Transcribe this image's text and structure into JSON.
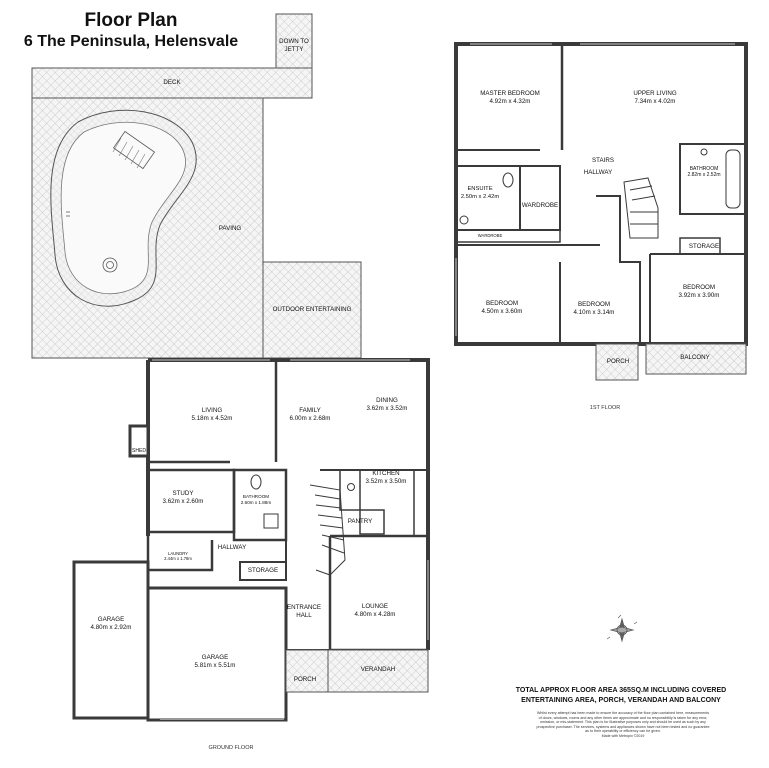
{
  "title": "Floor Plan",
  "address": "6 The Peninsula, Helensvale",
  "ground_floor_label": "GROUND FLOOR",
  "first_floor_label": "1ST FLOOR",
  "rooms": {
    "down_to_jetty": "DOWN TO\nJETTY",
    "deck": "DECK",
    "paving": "PAVING",
    "outdoor_entertaining": "OUTDOOR ENTERTAINING",
    "living": "LIVING\n5.18m x 4.52m",
    "family": "FAMILY\n6.00m x 2.68m",
    "dining": "DINING\n3.62m x 3.52m",
    "shed": "SHED",
    "kitchen": "KITCHEN\n3.52m x 3.50m",
    "study": "STUDY\n3.62m x 2.60m",
    "bathroom_ground": "BATHROOM\n2.60m x 1.88m",
    "pantry": "PANTRY",
    "laundry": "LAUNDRY\n2.44m x 1.78m",
    "hallway_ground": "HALLWAY",
    "storage_ground": "STORAGE",
    "garage_small": "GARAGE\n4.80m x 2.92m",
    "entrance_hall": "ENTRANCE\nHALL",
    "lounge": "LOUNGE\n4.80m x 4.28m",
    "garage_main": "GARAGE\n5.81m x 5.51m",
    "porch_ground": "PORCH",
    "verandah": "VERANDAH",
    "master_bedroom": "MASTER BEDROOM\n4.92m x 4.32m",
    "upper_living": "UPPER LIVING\n7.34m x 4.02m",
    "stairs": "STAIRS",
    "hallway_upper": "HALLWAY",
    "bathroom_upper": "BATHROOM\n2.82m x 2.52m",
    "ensuite": "ENSUITE\n2.50m x 2.42m",
    "wardrobe": "WARDROBE",
    "wardrobe_small": "WARDROBE",
    "storage_upper": "STORAGE",
    "bedroom_1": "BEDROOM\n4.50m x 3.60m",
    "bedroom_2": "BEDROOM\n4.10m x 3.14m",
    "bedroom_3": "BEDROOM\n3.92m x 3.90m",
    "porch_upper": "PORCH",
    "balcony": "BALCONY"
  },
  "total_area": "TOTAL APPROX FLOOR AREA 365SQ.M INCLUDING COVERED\nENTERTAINING AREA, PORCH, VERANDAH AND BALCONY",
  "disclaimer": "Whilst every attempt has been made to ensure the accuracy of the floor plan contained here, measurements\nof doors, windows, rooms and any other items are approximate and no responsibility is taken for any error,\nomission, or mis-statement. This plan is for illustrative purposes only and should be used as such by any\nprospective purchaser. The services, systems and appliances shown have not been tested and no guarantee\nas to their operability or efficiency can be given.\nMade with Metropix ©2019",
  "colors": {
    "wall": "#3a3a3a",
    "hatch": "#b9b9b9",
    "outdoor_fill": "#f4f4f4",
    "window": "#9a9a9a"
  },
  "icons": [
    "compass-icon",
    "pool-icon",
    "stairs-icon",
    "toilet-icon",
    "bathtub-icon",
    "sink-icon",
    "stove-icon"
  ]
}
